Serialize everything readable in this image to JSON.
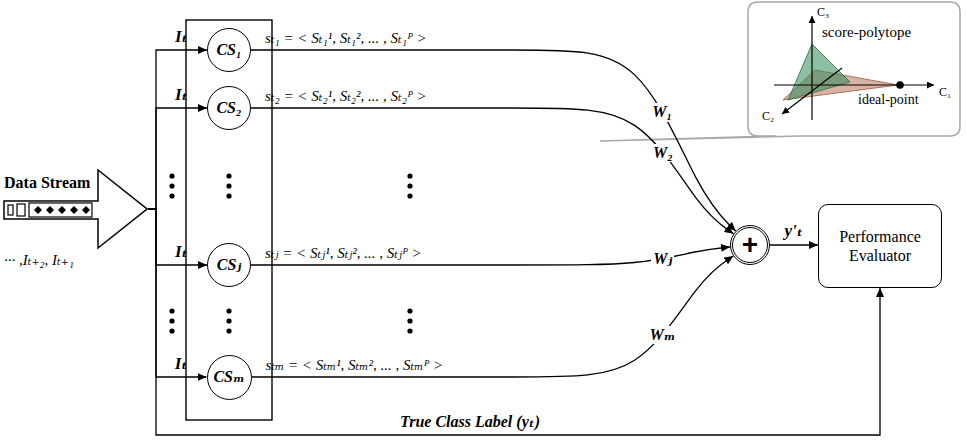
{
  "diagram": {
    "nodes": [
      {
        "text": [
          "Data Stream",
          "··· ,Iₜ₊₂, Iₜ₊₁"
        ]
      },
      {
        "text": [
          "CS₁"
        ]
      },
      {
        "text": [
          "CS₂"
        ]
      },
      {
        "text": [
          "CSⱼ"
        ]
      },
      {
        "text": [
          "CSₘ"
        ]
      },
      {
        "text": [
          "+"
        ]
      },
      {
        "text": [
          "Performance Evaluator"
        ]
      }
    ],
    "edges": [
      {
        "from": 0,
        "to": 1,
        "arrow": "to",
        "label": "Iₜ"
      },
      {
        "from": 0,
        "to": 2,
        "arrow": "to",
        "label": "Iₜ"
      },
      {
        "from": 0,
        "to": 3,
        "arrow": "to",
        "label": "Iₜ"
      },
      {
        "from": 0,
        "to": 4,
        "arrow": "to",
        "label": "Iₜ"
      },
      {
        "from": 1,
        "to": 5,
        "arrow": "to",
        "label": "sₜ₁ = < Sₜ₁¹, Sₜ₁², ... , Sₜ₁ᴾ >"
      },
      {
        "from": 2,
        "to": 5,
        "arrow": "to",
        "label": "sₜ₂ = < Sₜ₂¹, Sₜ₂², ... , Sₜ₂ᴾ >"
      },
      {
        "from": 3,
        "to": 5,
        "arrow": "to",
        "label": "sₜⱼ = < Sₜⱼ¹, Sₜⱼ², ... , Sₜⱼᴾ >"
      },
      {
        "from": 4,
        "to": 5,
        "arrow": "to",
        "label": "sₜₘ = < Sₜₘ¹, Sₜₘ², ... , Sₜₘᴾ >"
      },
      {
        "from": 5,
        "to": 6,
        "arrow": "to",
        "label": "y'ₜ"
      },
      {
        "from": 0,
        "to": 6,
        "arrow": "to",
        "label": "True Class Label (yₜ)"
      }
    ],
    "labels": [
      "W₁",
      "W₂",
      "Wⱼ",
      "Wₘ",
      "score-polytope",
      "ideal-point",
      "C₁",
      "C₂",
      "C₃"
    ]
  }
}
